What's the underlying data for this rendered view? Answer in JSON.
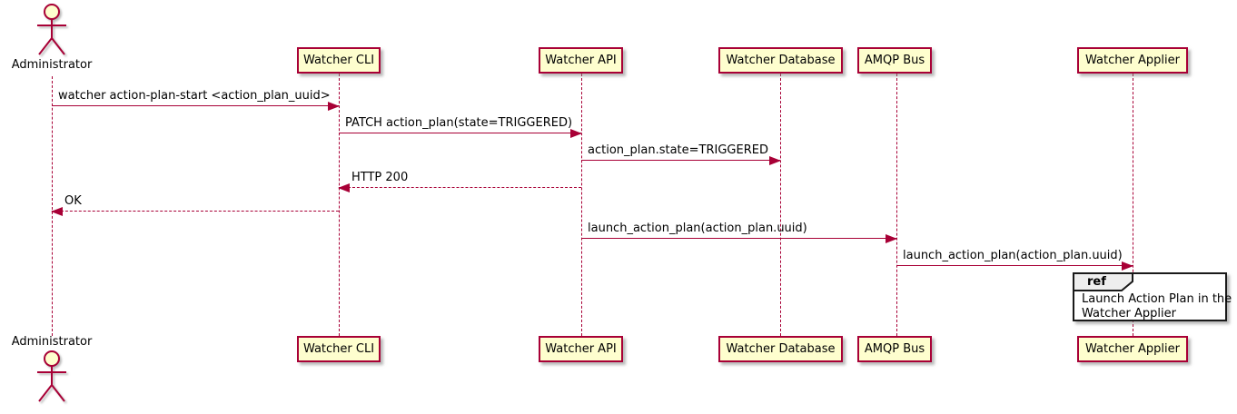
{
  "diagram": {
    "type": "uml-sequence-diagram",
    "colors": {
      "participant_fill": "#FEFECE",
      "participant_border": "#A80036",
      "lifeline": "#A80036",
      "arrow": "#A80036",
      "text": "#000000",
      "ref_fill": "#FFFFFF",
      "ref_border": "#1A1A1A",
      "ref_tab_fill": "#EEEEEE"
    },
    "actor": {
      "name": "Administrator"
    },
    "participants": [
      {
        "name": "Watcher CLI"
      },
      {
        "name": "Watcher API"
      },
      {
        "name": "Watcher Database"
      },
      {
        "name": "AMQP Bus"
      },
      {
        "name": "Watcher Applier"
      }
    ],
    "messages": [
      {
        "from": "Administrator",
        "to": "Watcher CLI",
        "text": "watcher action-plan-start <action_plan_uuid>",
        "line": "solid",
        "direction": "right"
      },
      {
        "from": "Watcher CLI",
        "to": "Watcher API",
        "text": "PATCH action_plan(state=TRIGGERED)",
        "line": "solid",
        "direction": "right"
      },
      {
        "from": "Watcher API",
        "to": "Watcher Database",
        "text": "action_plan.state=TRIGGERED",
        "line": "solid",
        "direction": "right"
      },
      {
        "from": "Watcher API",
        "to": "Watcher CLI",
        "text": "HTTP 200",
        "line": "dashed",
        "direction": "left"
      },
      {
        "from": "Watcher CLI",
        "to": "Administrator",
        "text": "OK",
        "line": "dashed",
        "direction": "left"
      },
      {
        "from": "Watcher API",
        "to": "AMQP Bus",
        "text": "launch_action_plan(action_plan.uuid)",
        "line": "solid",
        "direction": "right"
      },
      {
        "from": "AMQP Bus",
        "to": "Watcher Applier",
        "text": "launch_action_plan(action_plan.uuid)",
        "line": "solid",
        "direction": "right"
      }
    ],
    "ref": {
      "keyword": "ref",
      "lines": [
        "Launch Action Plan in the",
        "Watcher Applier"
      ]
    }
  }
}
